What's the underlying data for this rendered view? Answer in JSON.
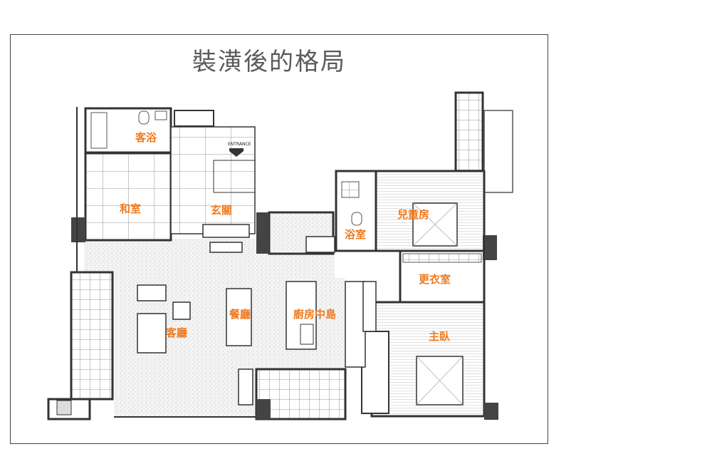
{
  "title": "裝潢後的格局",
  "entrance": "ENTRANCE",
  "rooms": {
    "guest_bath": "客浴",
    "japanese_room": "和室",
    "foyer": "玄關",
    "bathroom": "浴室",
    "kids_room": "兒童房",
    "walk_in_closet": "更衣室",
    "living_room": "客廳",
    "dining_room": "餐廳",
    "kitchen_island": "廚房中島",
    "master_bedroom": "主臥"
  },
  "colors": {
    "label": "#f07a1e",
    "wall": "#333333",
    "floor_speckle": "#ececec"
  }
}
